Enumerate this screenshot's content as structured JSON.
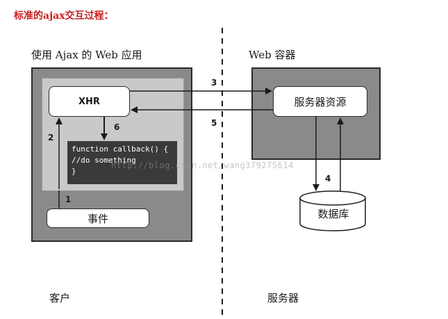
{
  "title": "标准的ajax交互过程：",
  "client_app_label": "使用 Ajax 的 Web 应用",
  "web_container_label": "Web 容器",
  "xhr_label": "XHR",
  "code_lines": [
    "function callback() {",
    "//do something",
    "}"
  ],
  "event_label": "事件",
  "server_resource_label": "服务器资源",
  "database_label": "数据库",
  "client_label": "客户",
  "server_label": "服务器",
  "step_labels": {
    "s1": "1",
    "s2": "2",
    "s3": "3",
    "s4": "4",
    "s5": "5",
    "s6": "6"
  },
  "watermark": "http://blog.csdn.net/wang379275614",
  "colors": {
    "title": "#c81e1e",
    "panel": "#8a8a8a",
    "inner_panel": "#c9c9c9",
    "code_bg": "#3a3a3a"
  }
}
